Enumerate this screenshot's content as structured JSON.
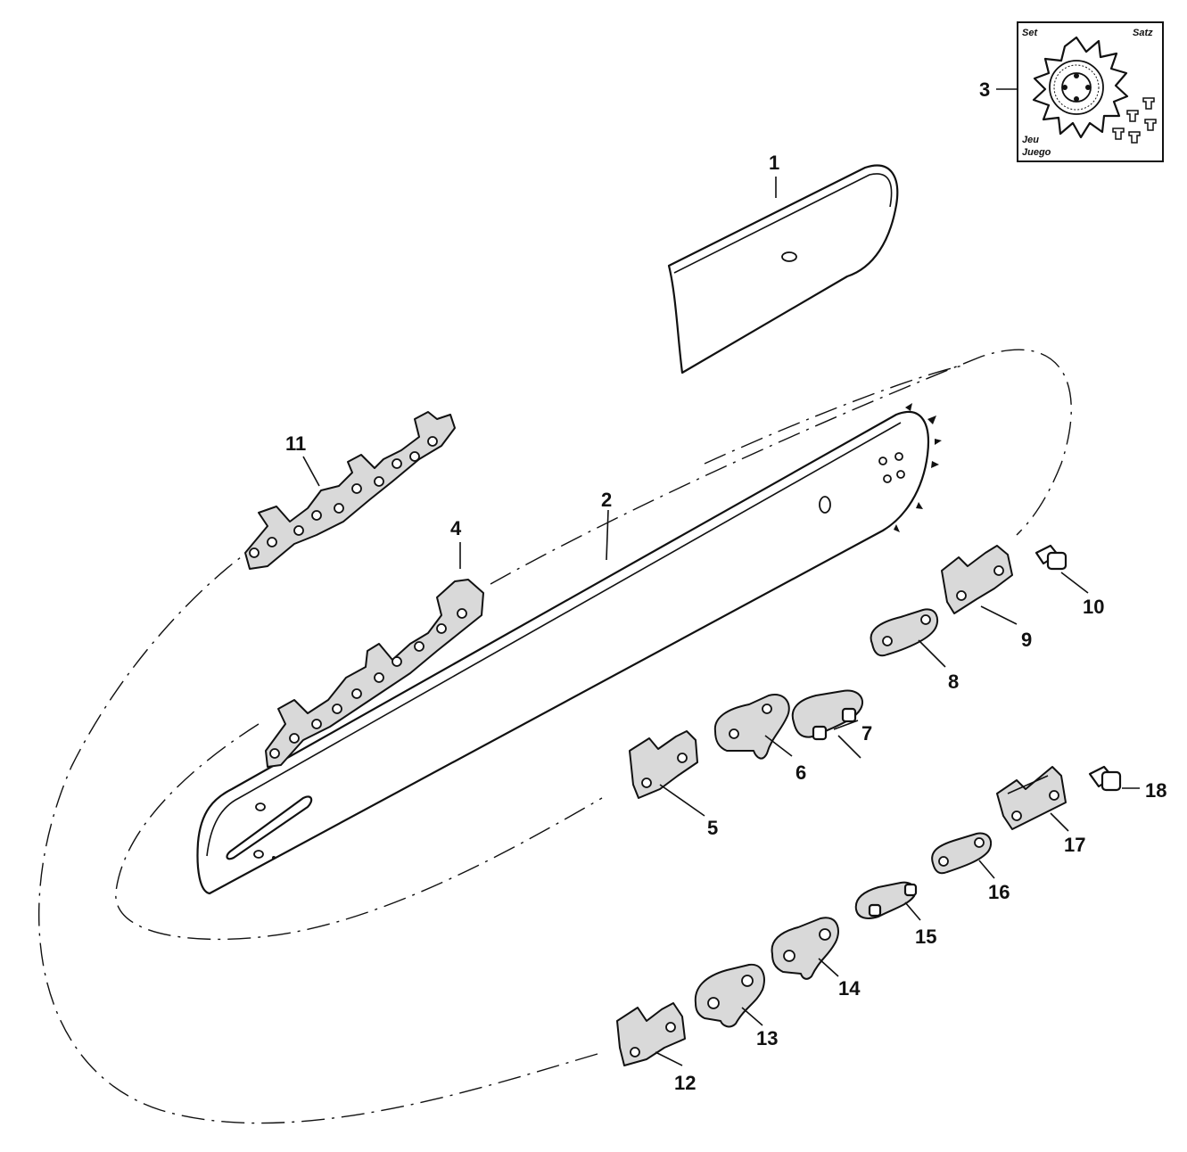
{
  "set_box": {
    "tl": "Set",
    "tr": "Satz",
    "bl1": "Jeu",
    "bl2": "Juego"
  },
  "labels": {
    "p1": "1",
    "p2": "2",
    "p3": "3",
    "p4": "4",
    "p5": "5",
    "p6": "6",
    "p7": "7",
    "p8": "8",
    "p9": "9",
    "p10": "10",
    "p11": "11",
    "p12": "12",
    "p13": "13",
    "p14": "14",
    "p15": "15",
    "p16": "16",
    "p17": "17",
    "p18": "18"
  }
}
